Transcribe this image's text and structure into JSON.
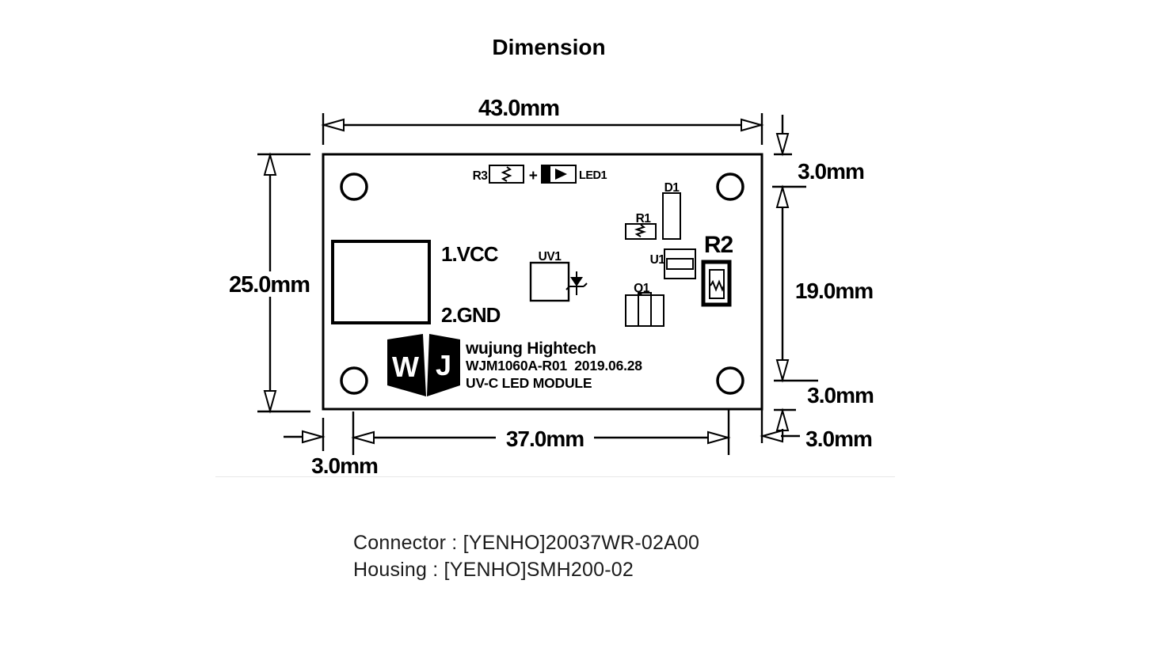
{
  "title": "Dimension",
  "colors": {
    "ink": "#000000",
    "background": "#ffffff",
    "divider": "#e8e8e8"
  },
  "drawing": {
    "dims": {
      "board_width": "43.0mm",
      "board_height": "25.0mm",
      "hole_offset_top_right": "3.0mm",
      "hole_span_vertical": "19.0mm",
      "hole_offset_bottom_right": "3.0mm",
      "hole_offset_right_edge": "3.0mm",
      "hole_span_horizontal": "37.0mm",
      "hole_offset_left_edge": "3.0mm"
    },
    "components": {
      "r3": "R3",
      "plus_sign": "+",
      "led1": "LED1",
      "d1": "D1",
      "r1": "R1",
      "uv1": "UV1",
      "u1": "U1",
      "r2": "R2",
      "q1": "Q1"
    },
    "connector": {
      "pin1": "1.VCC",
      "pin2": "2.GND"
    },
    "logo": {
      "letter_w": "W",
      "letter_j": "J",
      "company": "wujung Hightech",
      "model_date": "WJM1060A-R01  2019.06.28",
      "product": "UV-C LED MODULE"
    }
  },
  "notes": {
    "connector": "Connector : [YENHO]20037WR-02A00",
    "housing": "Housing : [YENHO]SMH200-02"
  }
}
